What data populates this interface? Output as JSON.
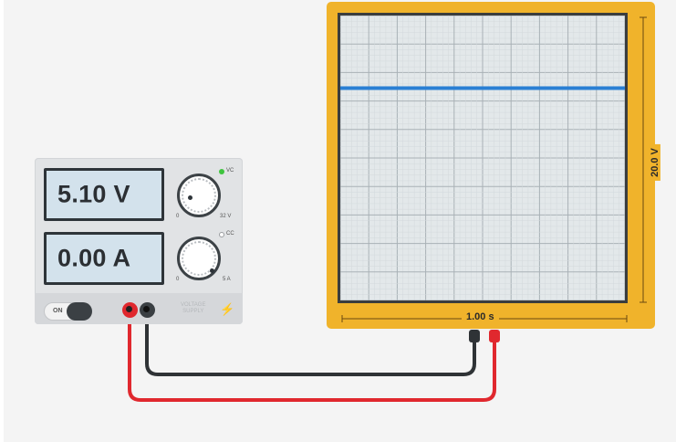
{
  "power_supply": {
    "voltage_readout": "5.10 V",
    "current_readout": "0.00 A",
    "voltage_knob": {
      "min_label": "0",
      "max_label": "32 V"
    },
    "current_knob": {
      "min_label": "0",
      "max_label": "5 A"
    },
    "cv_label": "VC",
    "cc_label": "CC",
    "switch_label": "ON",
    "brand_line1": "VOLTAGE",
    "brand_line2": "SUPPLY",
    "cv_led_color": "#3ec43e",
    "cc_led_color": "#ffffff"
  },
  "oscilloscope": {
    "time_per_screen": "1.00 s",
    "volts_per_screen": "20.0 V",
    "trace_color": "#2a7fd4",
    "frame_color": "#f0b32b",
    "trace_level_fraction": 0.255
  },
  "wires": {
    "positive_color": "#e0282e",
    "negative_color": "#2f3336"
  }
}
